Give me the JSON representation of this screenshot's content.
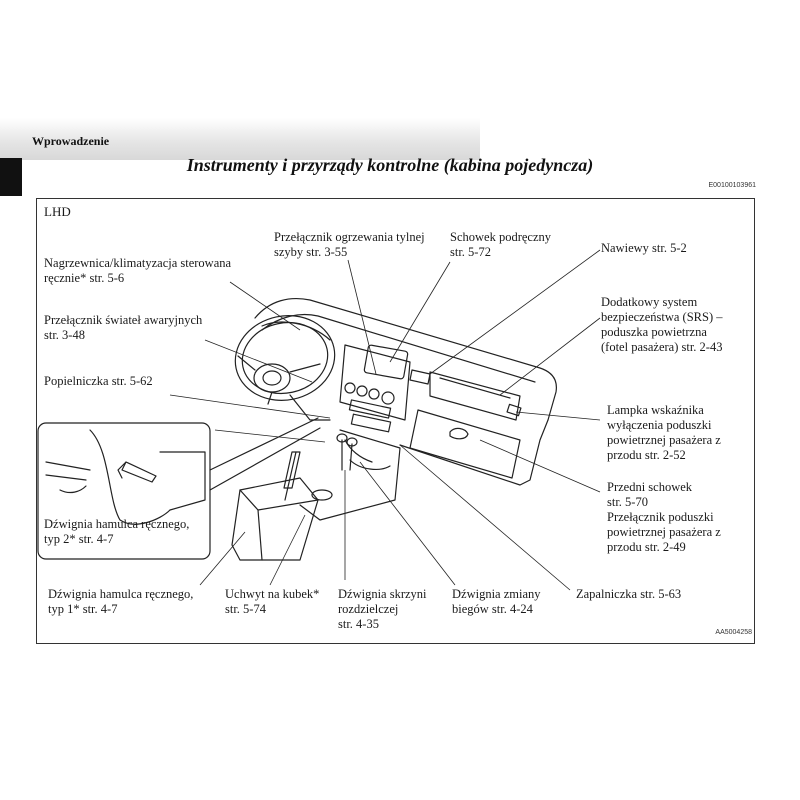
{
  "header": {
    "section": "Wprowadzenie",
    "title": "Instrumenty i przyrządy kontrolne (kabina pojedyncza)",
    "doc_code": "E00100103961"
  },
  "figure": {
    "variant": "LHD",
    "code": "AA5004258",
    "labels": {
      "heater": [
        "Nagrzewnica/klimatyzacja sterowana",
        "ręcznie* str. 5-6"
      ],
      "hazard": [
        "Przełącznik świateł awaryjnych",
        "str. 3-48"
      ],
      "ashtray": [
        "Popielniczka str. 5-62"
      ],
      "park_brake_2": [
        "Dźwignia hamulca ręcznego,",
        "typ 2* str. 4-7"
      ],
      "park_brake_1": [
        "Dźwignia hamulca ręcznego,",
        "typ 1* str. 4-7"
      ],
      "cup_holder": [
        "Uchwyt na kubek*",
        "str. 5-74"
      ],
      "transfer_lever": [
        "Dźwignia skrzyni",
        "rozdzielczej",
        "str. 4-35"
      ],
      "gear_lever": [
        "Dźwignia zmiany",
        "biegów str. 4-24"
      ],
      "lighter": [
        "Zapalniczka str. 5-63"
      ],
      "rear_defog": [
        "Przełącznik ogrzewania tylnej",
        "szyby str. 3-55"
      ],
      "upper_glovebox": [
        "Schowek podręczny",
        "str. 5-72"
      ],
      "vents": [
        "Nawiewy str. 5-2"
      ],
      "srs": [
        "Dodatkowy system",
        "bezpieczeństwa (SRS) –",
        "poduszka powietrzna",
        "(fotel pasażera) str. 2-43"
      ],
      "airbag_off_lamp": [
        "Lampka wskaźnika",
        "wyłączenia poduszki",
        "powietrznej pasażera z",
        "przodu str. 2-52"
      ],
      "front_glovebox": [
        "Przedni schowek",
        "str. 5-70",
        "Przełącznik poduszki",
        "powietrznej pasażera z",
        "przodu str. 2-49"
      ]
    }
  }
}
